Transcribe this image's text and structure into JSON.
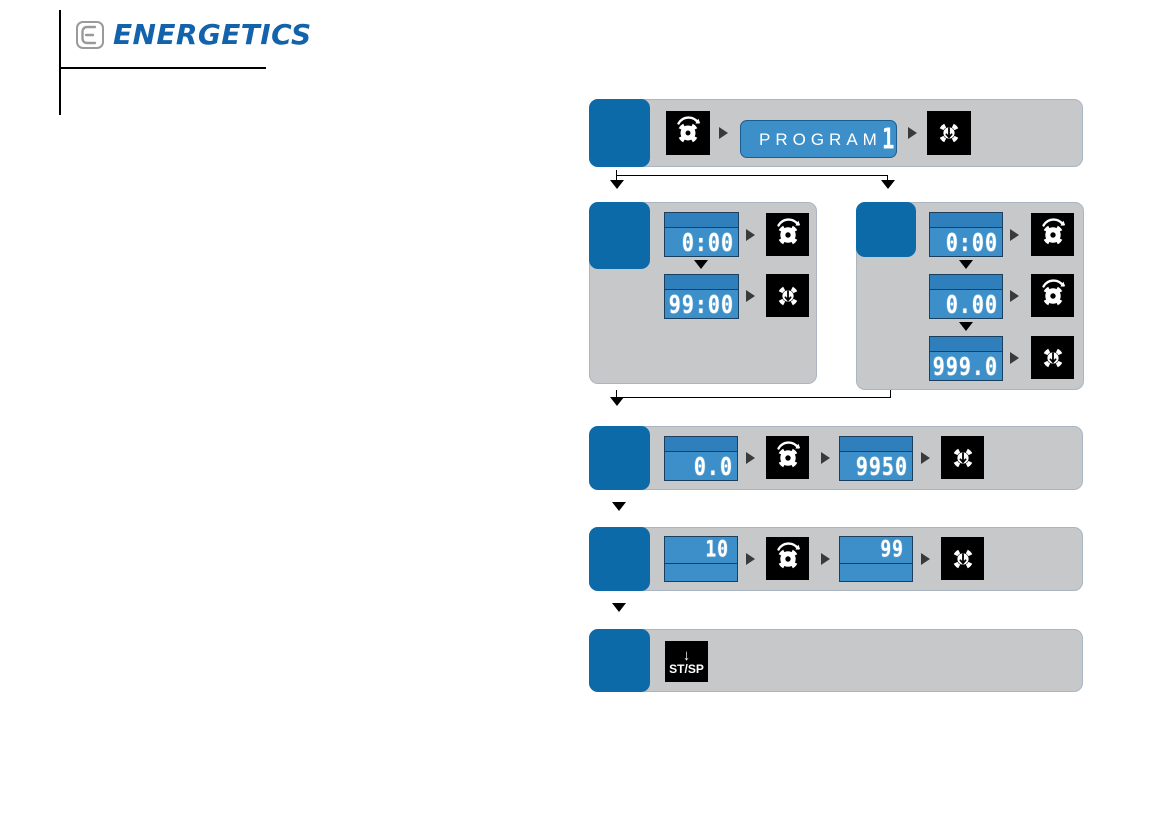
{
  "header": {
    "brand": "ENERGETICS",
    "logo_icon": "energetics-e-logo"
  },
  "diagram": {
    "title": "Program setup flow",
    "colors": {
      "panel_gray": "#c6c8ca",
      "tab_blue": "#0d6aa8",
      "lcd_blue": "#3d8fc9",
      "lcd_bar_blue": "#2f7fbd",
      "icon_black": "#000000",
      "brand_blue": "#1263ab"
    },
    "rows": [
      {
        "id": "row-program",
        "tab_label": "",
        "steps": [
          {
            "type": "icon",
            "icon": "turn-knob-icon",
            "label": "turn"
          },
          {
            "type": "arrow",
            "icon": "arrow-right-icon"
          },
          {
            "type": "program-display",
            "label": "PROGRAM",
            "value": "1"
          },
          {
            "type": "arrow",
            "icon": "arrow-right-icon"
          },
          {
            "type": "icon",
            "icon": "press-knob-icon",
            "label": "press"
          }
        ]
      },
      {
        "id": "row-branch-left",
        "tab_label": "",
        "steps": [
          {
            "type": "lcd",
            "value": "0:00",
            "digits_position": "bottom"
          },
          {
            "type": "arrow",
            "icon": "arrow-right-icon"
          },
          {
            "type": "icon",
            "icon": "turn-knob-icon",
            "label": "turn"
          },
          {
            "type": "arrow",
            "icon": "arrow-down-icon"
          },
          {
            "type": "lcd",
            "value": "99:00",
            "digits_position": "bottom"
          },
          {
            "type": "arrow",
            "icon": "arrow-right-icon"
          },
          {
            "type": "icon",
            "icon": "press-knob-icon",
            "label": "press"
          }
        ]
      },
      {
        "id": "row-branch-right",
        "tab_label": "",
        "steps": [
          {
            "type": "lcd",
            "value": "0:00",
            "digits_position": "bottom"
          },
          {
            "type": "arrow",
            "icon": "arrow-right-icon"
          },
          {
            "type": "icon",
            "icon": "turn-knob-icon",
            "label": "turn"
          },
          {
            "type": "arrow",
            "icon": "arrow-down-icon"
          },
          {
            "type": "lcd",
            "value": "0.00",
            "digits_position": "bottom"
          },
          {
            "type": "arrow",
            "icon": "arrow-right-icon"
          },
          {
            "type": "icon",
            "icon": "turn-knob-icon",
            "label": "turn"
          },
          {
            "type": "arrow",
            "icon": "arrow-down-icon"
          },
          {
            "type": "lcd",
            "value": "999.0",
            "digits_position": "bottom"
          },
          {
            "type": "arrow",
            "icon": "arrow-right-icon"
          },
          {
            "type": "icon",
            "icon": "press-knob-icon",
            "label": "press"
          }
        ]
      },
      {
        "id": "row-speed",
        "tab_label": "",
        "steps": [
          {
            "type": "lcd",
            "value": "0.0",
            "digits_position": "bottom"
          },
          {
            "type": "arrow",
            "icon": "arrow-right-icon"
          },
          {
            "type": "icon",
            "icon": "turn-knob-icon",
            "label": "turn"
          },
          {
            "type": "arrow",
            "icon": "arrow-right-icon"
          },
          {
            "type": "lcd",
            "value": "9950",
            "digits_position": "bottom"
          },
          {
            "type": "arrow",
            "icon": "arrow-right-icon"
          },
          {
            "type": "icon",
            "icon": "press-knob-icon",
            "label": "press"
          }
        ]
      },
      {
        "id": "row-cycles",
        "tab_label": "",
        "steps": [
          {
            "type": "lcd",
            "value": "10",
            "digits_position": "top"
          },
          {
            "type": "arrow",
            "icon": "arrow-right-icon"
          },
          {
            "type": "icon",
            "icon": "turn-knob-icon",
            "label": "turn"
          },
          {
            "type": "arrow",
            "icon": "arrow-right-icon"
          },
          {
            "type": "lcd",
            "value": "99",
            "digits_position": "top"
          },
          {
            "type": "arrow",
            "icon": "arrow-right-icon"
          },
          {
            "type": "icon",
            "icon": "press-knob-icon",
            "label": "press"
          }
        ]
      },
      {
        "id": "row-start",
        "tab_label": "",
        "steps": [
          {
            "type": "stsp-button",
            "label": "ST/SP",
            "icon": "down-arrow-icon"
          }
        ]
      }
    ],
    "values": {
      "program_label": "PROGRAM",
      "program_number": "1",
      "time_min": "0:00",
      "time_max": "99:00",
      "temp_min": "0:00",
      "temp_mid": "0.00",
      "temp_max": "999.0",
      "speed_min": "0.0",
      "speed_max": "9950",
      "cycles_min": "10",
      "cycles_max": "99",
      "start_stop": "ST/SP"
    }
  }
}
